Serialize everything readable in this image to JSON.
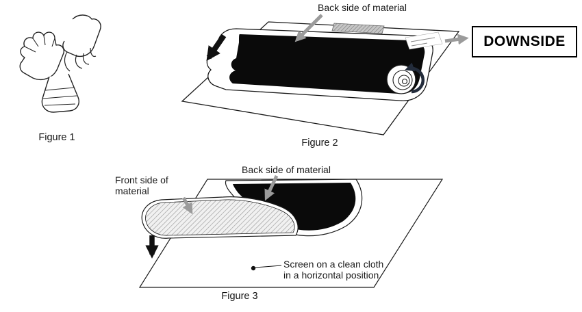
{
  "figures": {
    "figure1": {
      "caption": "Figure 1"
    },
    "figure2": {
      "caption": "Figure 2",
      "back_side_label": "Back side of material",
      "downside_label": "DOWNSIDE"
    },
    "figure3": {
      "caption": "Figure 3",
      "front_side_label_line1": "Front side of",
      "front_side_label_line2": "material",
      "back_side_label": "Back side of material",
      "screen_label_line1": "Screen on a clean cloth",
      "screen_label_line2": "in a horizontal position"
    }
  },
  "colors": {
    "material_black": "#0a0a0a",
    "pointer_arrow_gray": "#9b9b9b",
    "roll_arrow_navy": "#232c3b",
    "line_ink": "#1a1a1a"
  }
}
